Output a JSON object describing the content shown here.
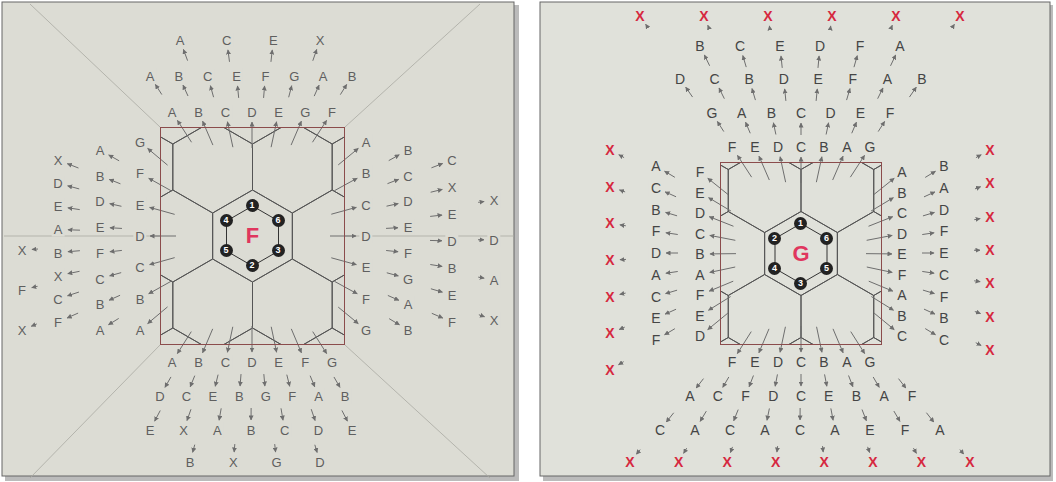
{
  "diagram": {
    "nodes": [
      {
        "text": [
          "F"
        ]
      },
      {
        "text": [
          "1"
        ],
        "in": 0
      },
      {
        "text": [
          "4"
        ],
        "in": 0
      },
      {
        "text": [
          "6"
        ],
        "in": 0
      },
      {
        "text": [
          "5"
        ],
        "in": 0
      },
      {
        "text": [
          "3"
        ],
        "in": 0
      },
      {
        "text": [
          "2"
        ],
        "in": 0
      },
      {
        "text": [
          "G"
        ]
      },
      {
        "text": [
          "1"
        ],
        "in": 7
      },
      {
        "text": [
          "2"
        ],
        "in": 7
      },
      {
        "text": [
          "6"
        ],
        "in": 7
      },
      {
        "text": [
          "4"
        ],
        "in": 7
      },
      {
        "text": [
          "5"
        ],
        "in": 7
      },
      {
        "text": [
          "3"
        ],
        "in": 7
      }
    ],
    "labels": [
      "A",
      "B",
      "C",
      "D",
      "E",
      "G",
      "F",
      "A",
      "B",
      "C",
      "E",
      "F",
      "G",
      "A",
      "B",
      "A",
      "C",
      "E",
      "X",
      "G",
      "F",
      "E",
      "D",
      "C",
      "B",
      "A",
      "A",
      "B",
      "D",
      "E",
      "F",
      "C",
      "B",
      "A",
      "X",
      "D",
      "E",
      "A",
      "B",
      "X",
      "C",
      "F",
      "X",
      "F",
      "X",
      "A",
      "B",
      "C",
      "D",
      "E",
      "F",
      "G",
      "B",
      "C",
      "D",
      "E",
      "F",
      "G",
      "A",
      "B",
      "C",
      "X",
      "E",
      "D",
      "B",
      "E",
      "F",
      "X",
      "D",
      "A",
      "X",
      "A",
      "B",
      "C",
      "D",
      "E",
      "F",
      "G",
      "D",
      "C",
      "E",
      "B",
      "G",
      "F",
      "A",
      "B",
      "E",
      "X",
      "A",
      "B",
      "C",
      "D",
      "E",
      "B",
      "X",
      "G",
      "D",
      "F",
      "E",
      "D",
      "C",
      "B",
      "A",
      "G",
      "G",
      "A",
      "B",
      "C",
      "D",
      "E",
      "F",
      "D",
      "C",
      "B",
      "D",
      "E",
      "F",
      "A",
      "B",
      "B",
      "C",
      "E",
      "D",
      "F",
      "A",
      "X",
      "X",
      "X",
      "X",
      "X",
      "X",
      "A",
      "B",
      "C",
      "D",
      "E",
      "F",
      "A",
      "B",
      "C",
      "B",
      "A",
      "D",
      "F",
      "E",
      "C",
      "F",
      "B",
      "C",
      "X",
      "X",
      "X",
      "X",
      "X",
      "X",
      "X",
      "F",
      "E",
      "D",
      "C",
      "B",
      "A",
      "F",
      "E",
      "D",
      "A",
      "C",
      "B",
      "F",
      "D",
      "A",
      "C",
      "E",
      "F",
      "X",
      "X",
      "X",
      "X",
      "X",
      "X",
      "X",
      "F",
      "E",
      "D",
      "C",
      "B",
      "A",
      "G",
      "A",
      "C",
      "F",
      "D",
      "C",
      "E",
      "B",
      "A",
      "F",
      "C",
      "A",
      "C",
      "A",
      "C",
      "A",
      "E",
      "F",
      "A",
      "X",
      "X",
      "X",
      "X",
      "X",
      "X",
      "X",
      "X"
    ]
  }
}
